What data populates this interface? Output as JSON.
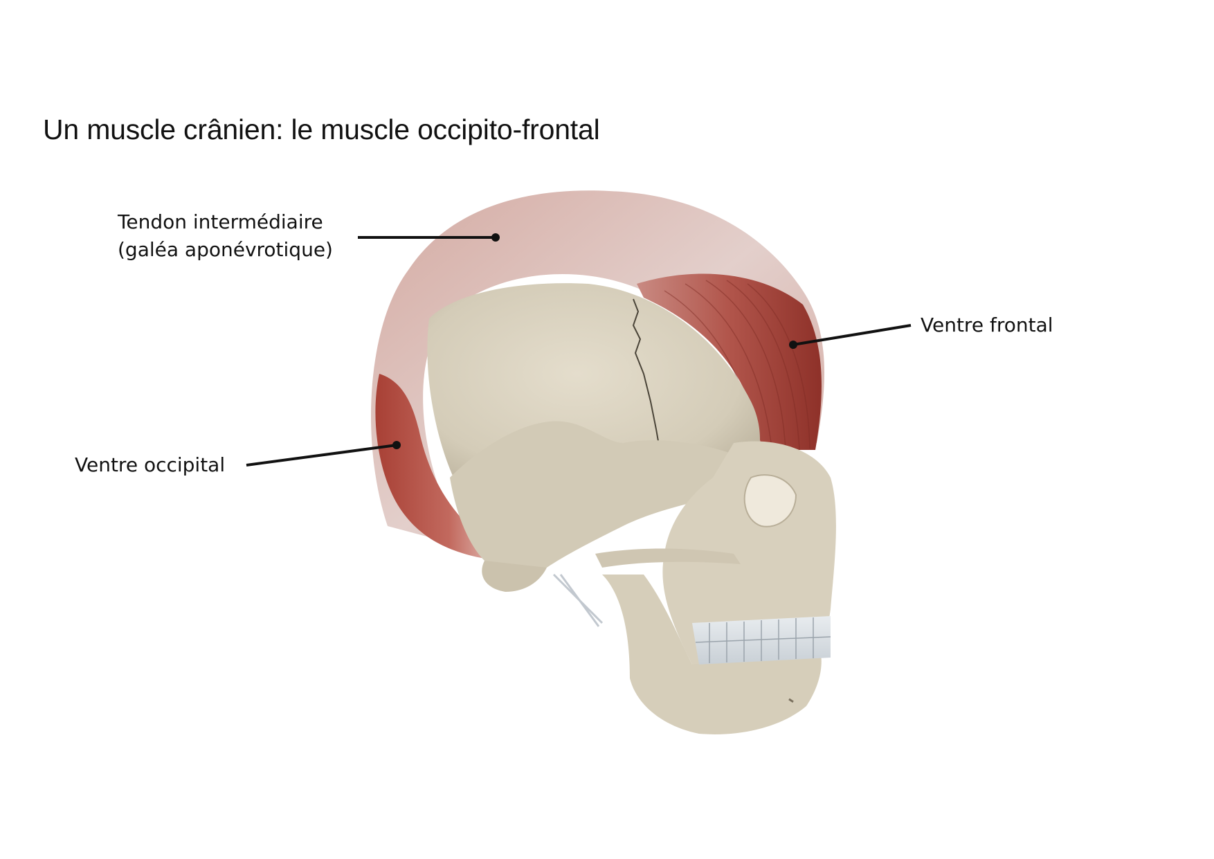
{
  "title": "Un muscle crânien: le muscle occipito-frontal",
  "labels": {
    "tendon_line1": "Tendon intermédiaire",
    "tendon_line2": "(galéa aponévrotique)",
    "frontal": "Ventre frontal",
    "occipital": "Ventre occipital"
  },
  "colors": {
    "bone": "#d9d2c0",
    "muscle": "#a9463c",
    "aponeurosis": "#d9b4ad",
    "leader_line": "#111111"
  }
}
